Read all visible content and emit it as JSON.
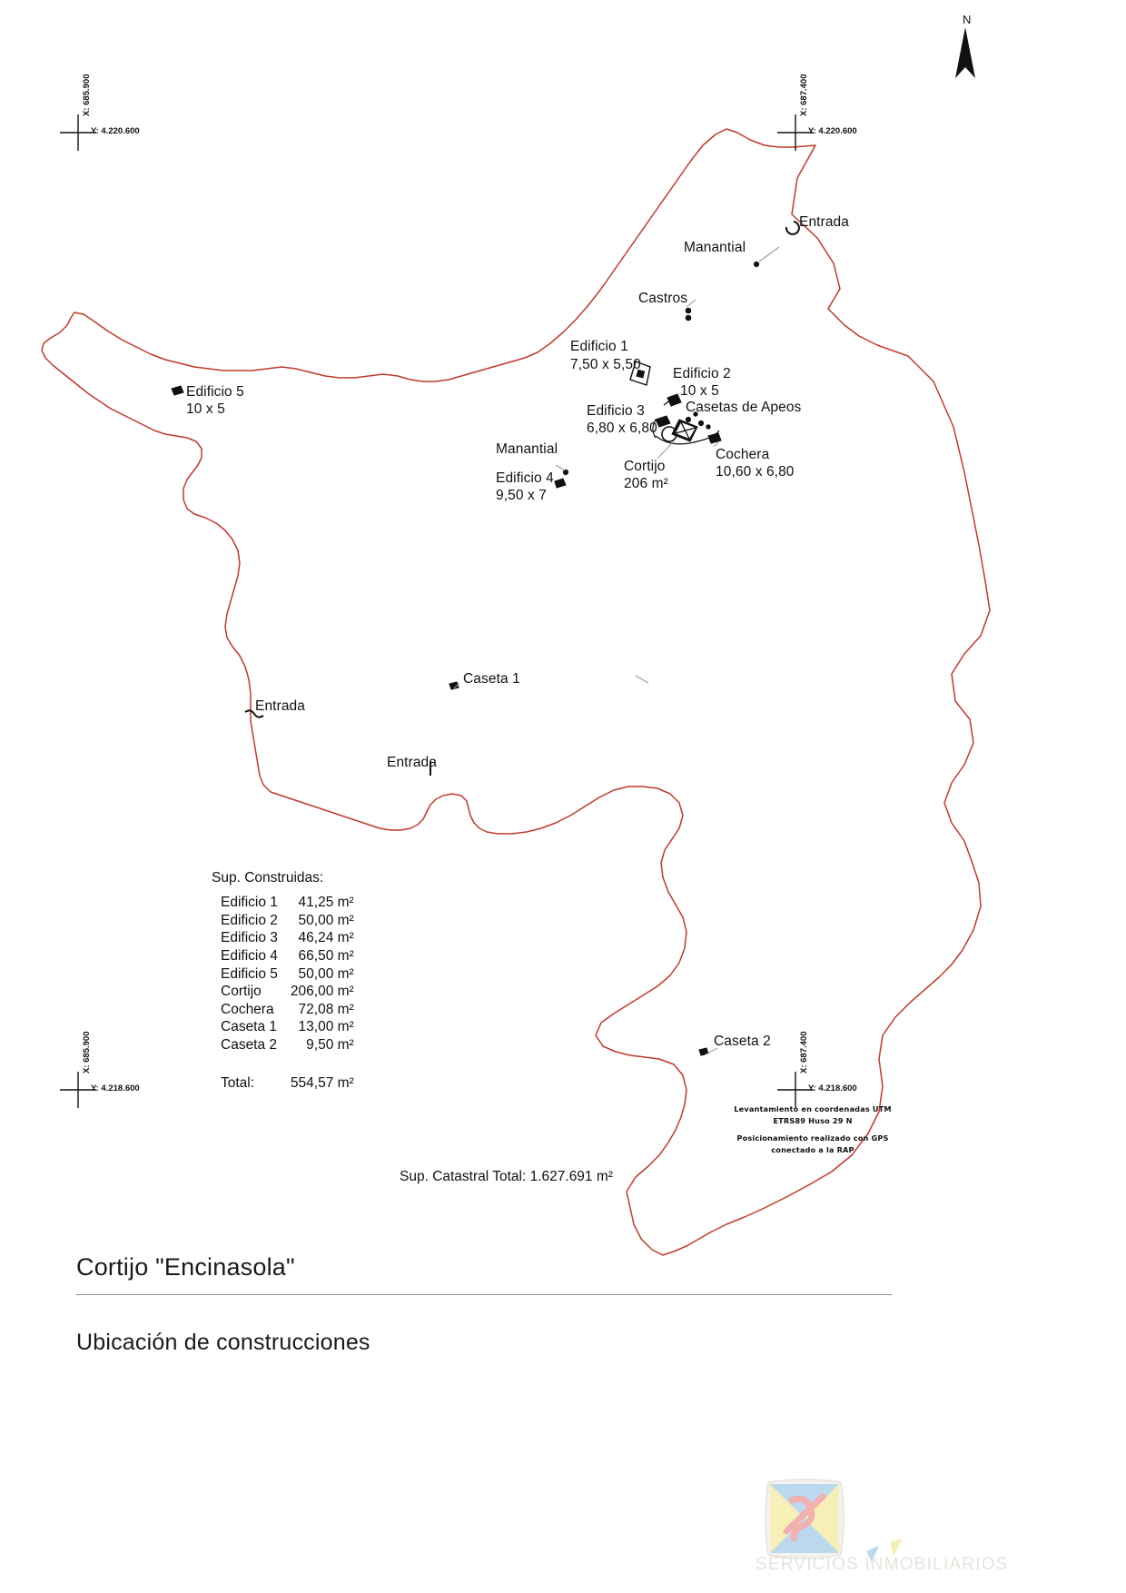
{
  "document": {
    "title": "Cortijo \"Encinasola\"",
    "subtitle": "Ubicación de construcciones",
    "watermark_text": "SERVICIOS INMOBILIARIOS"
  },
  "north": {
    "label": "N"
  },
  "coordinates": {
    "top_left": {
      "x_label": "X: 685.900",
      "y_label": "Y: 4.220.600"
    },
    "top_right": {
      "x_label": "X: 687.400",
      "y_label": "Y: 4.220.600"
    },
    "bottom_left": {
      "x_label": "X: 685.900",
      "y_label": "Y: 4.218.600"
    },
    "bottom_right": {
      "x_label": "X: 687.400",
      "y_label": "Y: 4.218.600"
    }
  },
  "map_labels": {
    "entrada_top": "Entrada",
    "manantial_top": "Manantial",
    "castros": "Castros",
    "edificio1_name": "Edificio 1",
    "edificio1_dim": "7,50 x 5,50",
    "edificio2_name": "Edificio 2",
    "edificio2_dim": "10 x 5",
    "casetas_apeos": "Casetas de Apeos",
    "edificio3_name": "Edificio 3",
    "edificio3_dim": "6,80 x 6,80",
    "edificio5_name": "Edificio 5",
    "edificio5_dim": "10 x 5",
    "manantial_mid": "Manantial",
    "edificio4_name": "Edificio 4",
    "edificio4_dim": "9,50 x 7",
    "cortijo_name": "Cortijo",
    "cortijo_dim": "206 m²",
    "cochera_name": "Cochera",
    "cochera_dim": "10,60 x 6,80",
    "caseta1": "Caseta 1",
    "caseta2": "Caseta 2",
    "entrada_left": "Entrada",
    "entrada_mid": "Entrada"
  },
  "legend": {
    "title": "Sup. Construidas:",
    "rows": [
      {
        "name": "Edificio 1",
        "value": "41,25 m²"
      },
      {
        "name": "Edificio 2",
        "value": "50,00 m²"
      },
      {
        "name": "Edificio 3",
        "value": "46,24 m²"
      },
      {
        "name": "Edificio 4",
        "value": "66,50 m²"
      },
      {
        "name": "Edificio 5",
        "value": "50,00 m²"
      },
      {
        "name": "Cortijo",
        "value": "206,00 m²"
      },
      {
        "name": "Cochera",
        "value": "72,08 m²"
      },
      {
        "name": "Caseta 1",
        "value": "13,00 m²"
      },
      {
        "name": "Caseta 2",
        "value": "9,50 m²"
      }
    ],
    "total_label": "Total:",
    "total_value": "554,57 m²"
  },
  "catastral_total": "Sup. Catastral Total: 1.627.691 m²",
  "tech_notes": {
    "line1": "Levantamiento en coordenadas UTM",
    "line2": "ETRS89 Huso 29 N",
    "line3": "Posicionamiento realizado con GPS",
    "line4": "conectado a la RAP"
  },
  "colors": {
    "boundary": "#c0392b",
    "building": "#111111",
    "rule": "#8c8c8c",
    "watermark_blue": "#b8d4e8",
    "watermark_yellow": "#f5eeb0",
    "watermark_pink": "#f0a6a6"
  }
}
